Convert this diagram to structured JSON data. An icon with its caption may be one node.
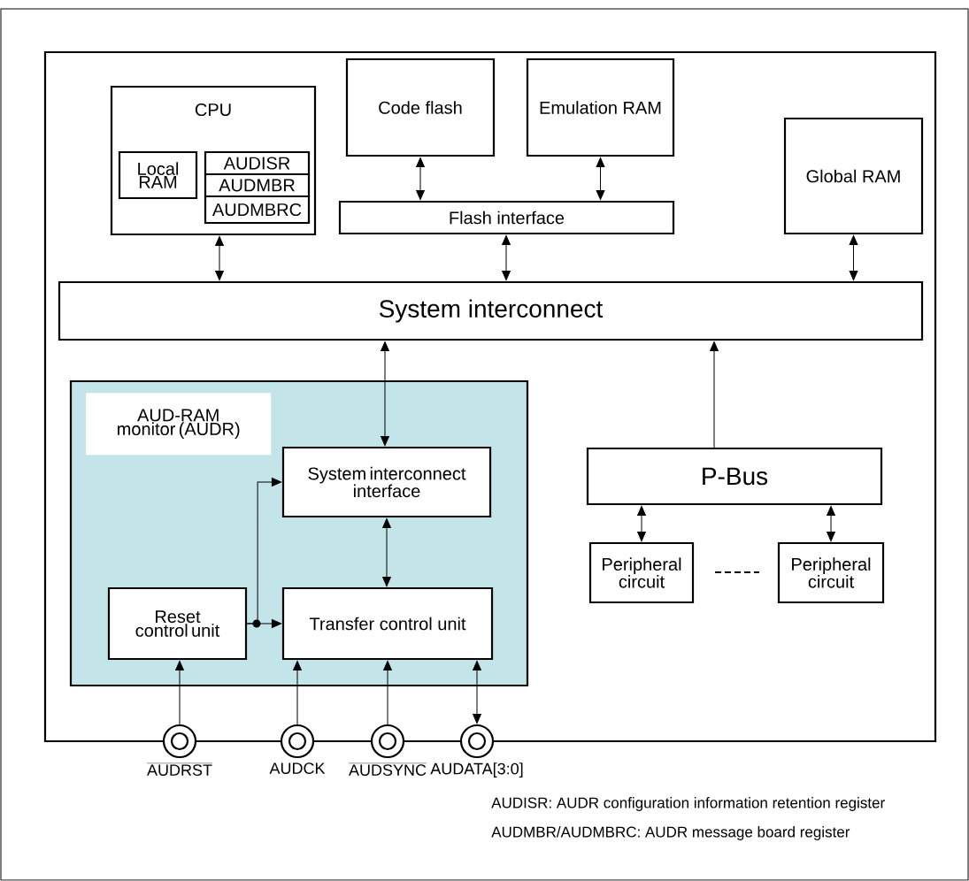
{
  "diagram": {
    "nodes": [
      {
        "text": [],
        "shape": "box"
      },
      {
        "text": [
          "CPU"
        ],
        "in": 0
      },
      {
        "text": [
          "Local RAM"
        ],
        "in": 1
      },
      {
        "text": [
          "AUDISR"
        ],
        "in": 1
      },
      {
        "text": [
          "AUDMBR"
        ],
        "in": 1
      },
      {
        "text": [
          "AUDMBRC"
        ],
        "in": 1
      },
      {
        "text": [
          "Code flash"
        ],
        "in": 0
      },
      {
        "text": [
          "Emulation RAM"
        ],
        "in": 0
      },
      {
        "text": [
          "Flash interface"
        ],
        "in": 0
      },
      {
        "text": [
          "Global RAM"
        ],
        "in": 0
      },
      {
        "text": [
          "System interconnect"
        ],
        "in": 0
      },
      {
        "text": [
          "AUD-RAM monitor (AUDR)"
        ],
        "in": 0
      },
      {
        "text": [
          "System interconnect interface"
        ],
        "in": 11
      },
      {
        "text": [
          "Reset control unit"
        ],
        "in": 11
      },
      {
        "text": [
          "Transfer control unit"
        ],
        "in": 11
      },
      {
        "text": [
          "P-Bus"
        ],
        "in": 0
      },
      {
        "text": [
          "Peripheral circuit"
        ],
        "in": 0
      },
      {
        "text": [
          "Peripheral circuit"
        ],
        "in": 0
      },
      {
        "text": [],
        "shape": "circle",
        "beside": [
          "AUDRST"
        ],
        "in": 0
      },
      {
        "text": [],
        "shape": "circle",
        "beside": [
          "AUDCK"
        ],
        "in": 0
      },
      {
        "text": [],
        "shape": "circle",
        "beside": [
          "AUDSYNC"
        ],
        "in": 0
      },
      {
        "text": [],
        "shape": "circle",
        "beside": [
          "AUDATA[3:0]"
        ],
        "in": 0
      }
    ],
    "edges": [
      {
        "from": 1,
        "to": 10,
        "arrow": "both"
      },
      {
        "from": 6,
        "to": 8,
        "arrow": "both"
      },
      {
        "from": 7,
        "to": 8,
        "arrow": "both"
      },
      {
        "from": 8,
        "to": 10,
        "arrow": "both"
      },
      {
        "from": 9,
        "to": 10,
        "arrow": "both"
      },
      {
        "from": 10,
        "to": 12,
        "arrow": "both"
      },
      {
        "from": 15,
        "to": 10,
        "arrow": "to"
      },
      {
        "from": 15,
        "to": 16,
        "arrow": "both"
      },
      {
        "from": 15,
        "to": 17,
        "arrow": "both"
      },
      {
        "from": 12,
        "to": 14,
        "arrow": "both"
      },
      {
        "from": 13,
        "to": 12,
        "arrow": "to"
      },
      {
        "from": 13,
        "to": 14,
        "arrow": "to"
      },
      {
        "from": 18,
        "to": 13,
        "arrow": "to"
      },
      {
        "from": 19,
        "to": 14,
        "arrow": "to"
      },
      {
        "from": 20,
        "to": 14,
        "arrow": "to"
      },
      {
        "from": 21,
        "to": 14,
        "arrow": "both"
      }
    ],
    "labels": [
      "AUDISR: AUDR configuration information retention register",
      "AUDMBR/AUDMBRC: AUDR message board register"
    ]
  }
}
